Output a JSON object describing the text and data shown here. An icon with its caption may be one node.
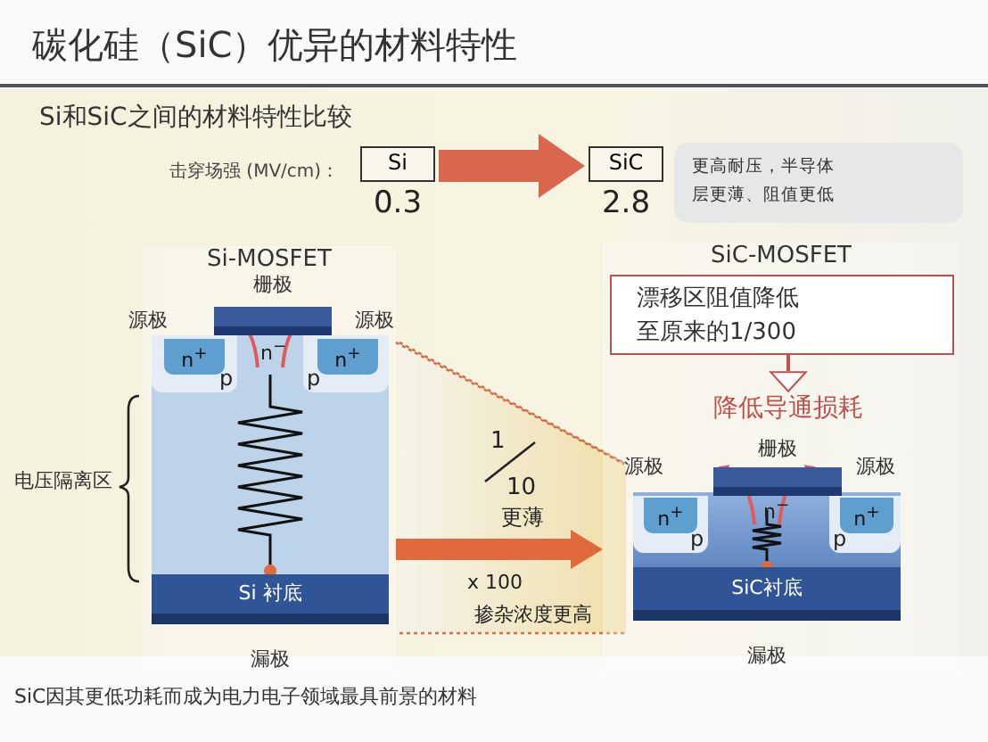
{
  "diagram": {
    "title": "碳化硅（SiC）优异的材料特性",
    "caption": "SiC因其更低功耗而成为电力电子领域最具前景的材料",
    "nodes": [
      {
        "text": [
          "Si"
        ],
        "beside": [
          "0.3"
        ]
      },
      {
        "text": [
          "SiC"
        ],
        "beside": [
          "2.8"
        ]
      },
      {
        "text": [
          "更高耐压，半导体层更薄、阻值更低"
        ]
      },
      {
        "text": [
          "Si-MOSFET"
        ]
      },
      {
        "text": [
          "栅极"
        ],
        "in": 3
      },
      {
        "text": [
          "p"
        ],
        "in": 3
      },
      {
        "text": [
          "n$^{+}$"
        ],
        "in": 5
      },
      {
        "text": [
          "p"
        ],
        "in": 3
      },
      {
        "text": [
          "n$^{+}$"
        ],
        "in": 7
      },
      {
        "text": [
          "Si 衬底"
        ],
        "in": 3
      },
      {
        "text": [
          "漏极"
        ],
        "in": 3
      },
      {
        "text": [
          "SiC-MOSFET"
        ]
      },
      {
        "text": [
          "漂移区阻值降低至原来的1/300"
        ],
        "in": 11
      },
      {
        "text": [
          "降低导通损耗"
        ],
        "in": 11
      },
      {
        "text": [
          "栅极"
        ],
        "in": 11
      },
      {
        "text": [
          "p"
        ],
        "in": 11
      },
      {
        "text": [
          "n$^{+}$"
        ],
        "in": 15
      },
      {
        "text": [
          "p"
        ],
        "in": 11
      },
      {
        "text": [
          "n$^{+}$"
        ],
        "in": 17
      },
      {
        "text": [
          "SiC衬底"
        ],
        "in": 11
      },
      {
        "text": [
          "漏极"
        ],
        "in": 11
      }
    ],
    "edges": [
      {
        "from": 0,
        "to": 1,
        "arrow": "to",
        "style": "thick"
      },
      {
        "from": 12,
        "to": 13,
        "arrow": "to",
        "color": "#c0504d"
      },
      {
        "from": 3,
        "to": 11,
        "arrow": "to",
        "style": "thick"
      }
    ],
    "labels": [
      "Si和SiC之间的材料特性比较",
      "击穿场强 (MV/cm)：",
      "源极",
      "n$^{−}$",
      "源极",
      "电压隔离区",
      "1",
      "10",
      "更薄",
      "x 100",
      "掺杂浓度更高",
      "源极",
      "n$^{−}$",
      "源极"
    ]
  }
}
